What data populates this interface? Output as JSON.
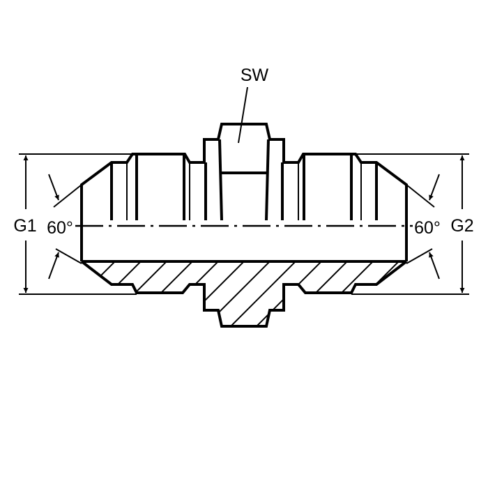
{
  "drawing": {
    "labels": {
      "wrench_size": "SW",
      "thread_left": "G1",
      "thread_right": "G2",
      "angle_left": "60°",
      "angle_right": "60°"
    },
    "colors": {
      "line": "#000000",
      "background": "#ffffff"
    }
  }
}
